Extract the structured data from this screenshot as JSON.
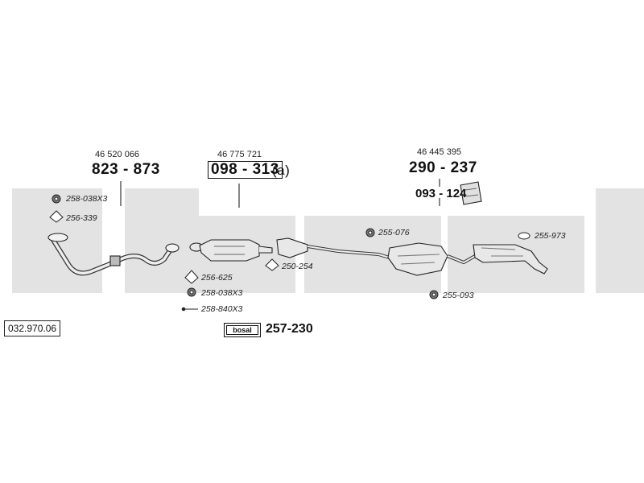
{
  "diagram_code": "032.970.06",
  "parts": {
    "front_pipe": {
      "oe": "46 520 066",
      "number": "823 - 873"
    },
    "catalyst": {
      "oe": "46 775 721",
      "number": "098 - 313",
      "suffix": "(a)"
    },
    "rear_silencer": {
      "oe": "46 445 395",
      "number": "290 - 237"
    },
    "heat_shield": {
      "number": "093 - 124"
    },
    "fitting_kit": {
      "brand": "bosal",
      "number": "257-230"
    }
  },
  "small_parts": {
    "p1": "258-038X3",
    "p2": "256-339",
    "p3": "256-625",
    "p4": "258-038X3",
    "p5": "258-840X3",
    "p6": "250-254",
    "p7": "255-076",
    "p8": "255-093",
    "p9": "255-973"
  },
  "colors": {
    "band": "#e3e3e3",
    "ink": "#111111"
  }
}
